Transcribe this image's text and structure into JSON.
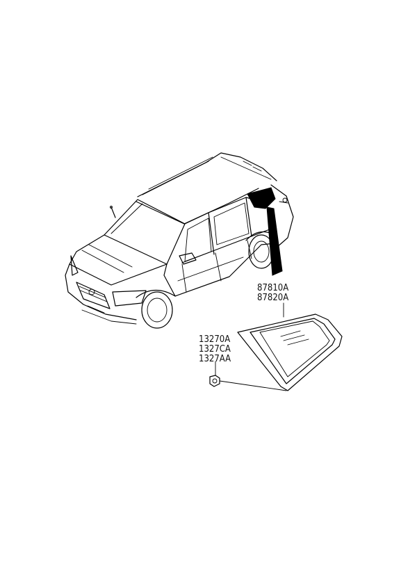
{
  "parts": {
    "glass": [
      "87810A",
      "87820A"
    ],
    "nut": [
      "13270A",
      "1327CA",
      "1327AA"
    ]
  },
  "highlight_color": "#000000"
}
